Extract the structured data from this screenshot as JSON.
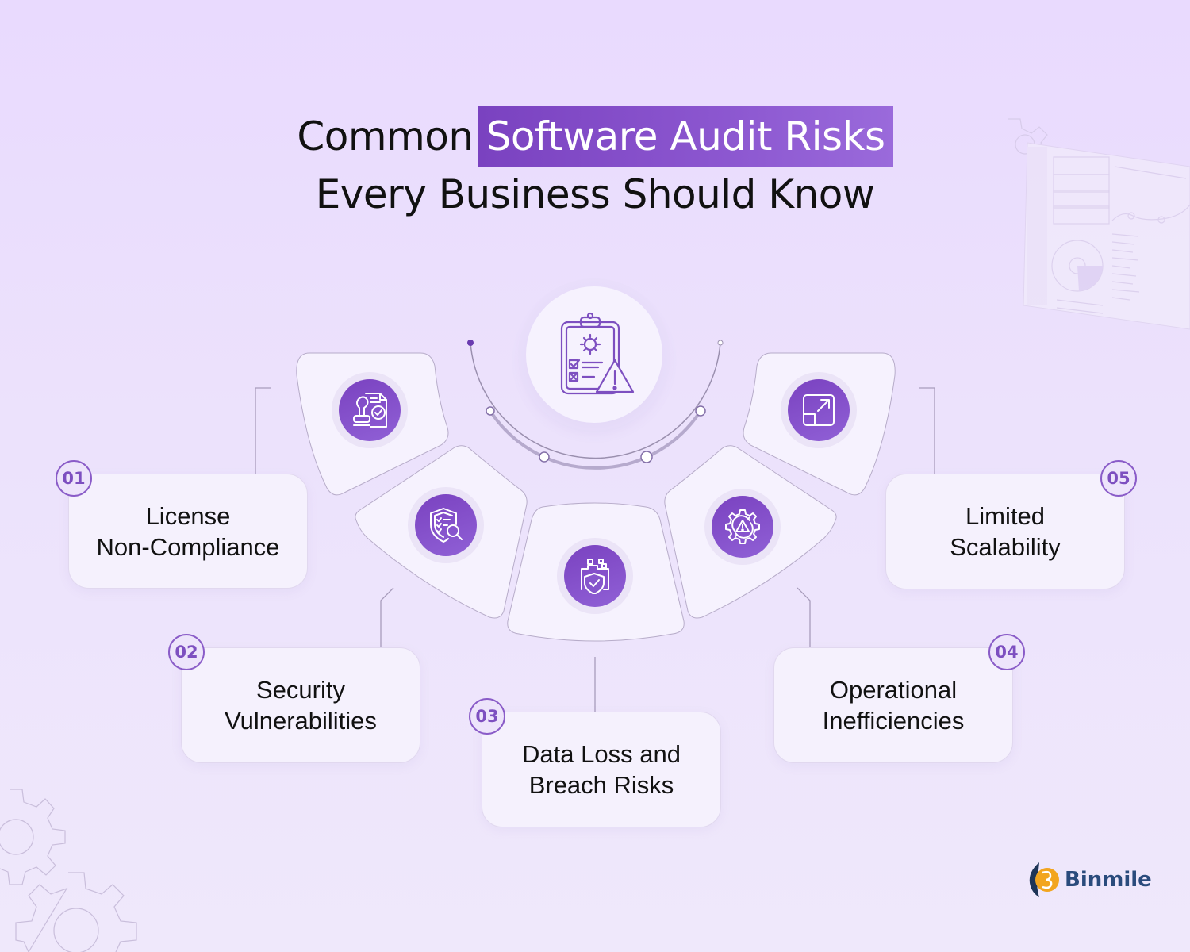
{
  "title": {
    "prefix": "Common",
    "highlight": "Software Audit Risks",
    "line2": "Every Business Should Know",
    "highlight_color": "#7a42c0"
  },
  "center_icon": "clipboard-gear-warning-icon",
  "risks": [
    {
      "number": "01",
      "label": "License\nNon-Compliance",
      "icon": "stamp-document-check-icon"
    },
    {
      "number": "02",
      "label": "Security\nVulnerabilities",
      "icon": "shield-magnifier-icon"
    },
    {
      "number": "03",
      "label": "Data Loss and\nBreach Risks",
      "icon": "folder-shield-check-icon"
    },
    {
      "number": "04",
      "label": "Operational\nInefficiencies",
      "icon": "gear-warning-cycle-icon"
    },
    {
      "number": "05",
      "label": "Limited\nScalability",
      "icon": "scale-expand-icon"
    }
  ],
  "brand": {
    "name": "Binmile",
    "text_color": "#2a4b7c"
  },
  "colors": {
    "background": "#e9dafe",
    "accent": "#7a42c0",
    "card": "#f5f1fd",
    "text": "#111111"
  }
}
